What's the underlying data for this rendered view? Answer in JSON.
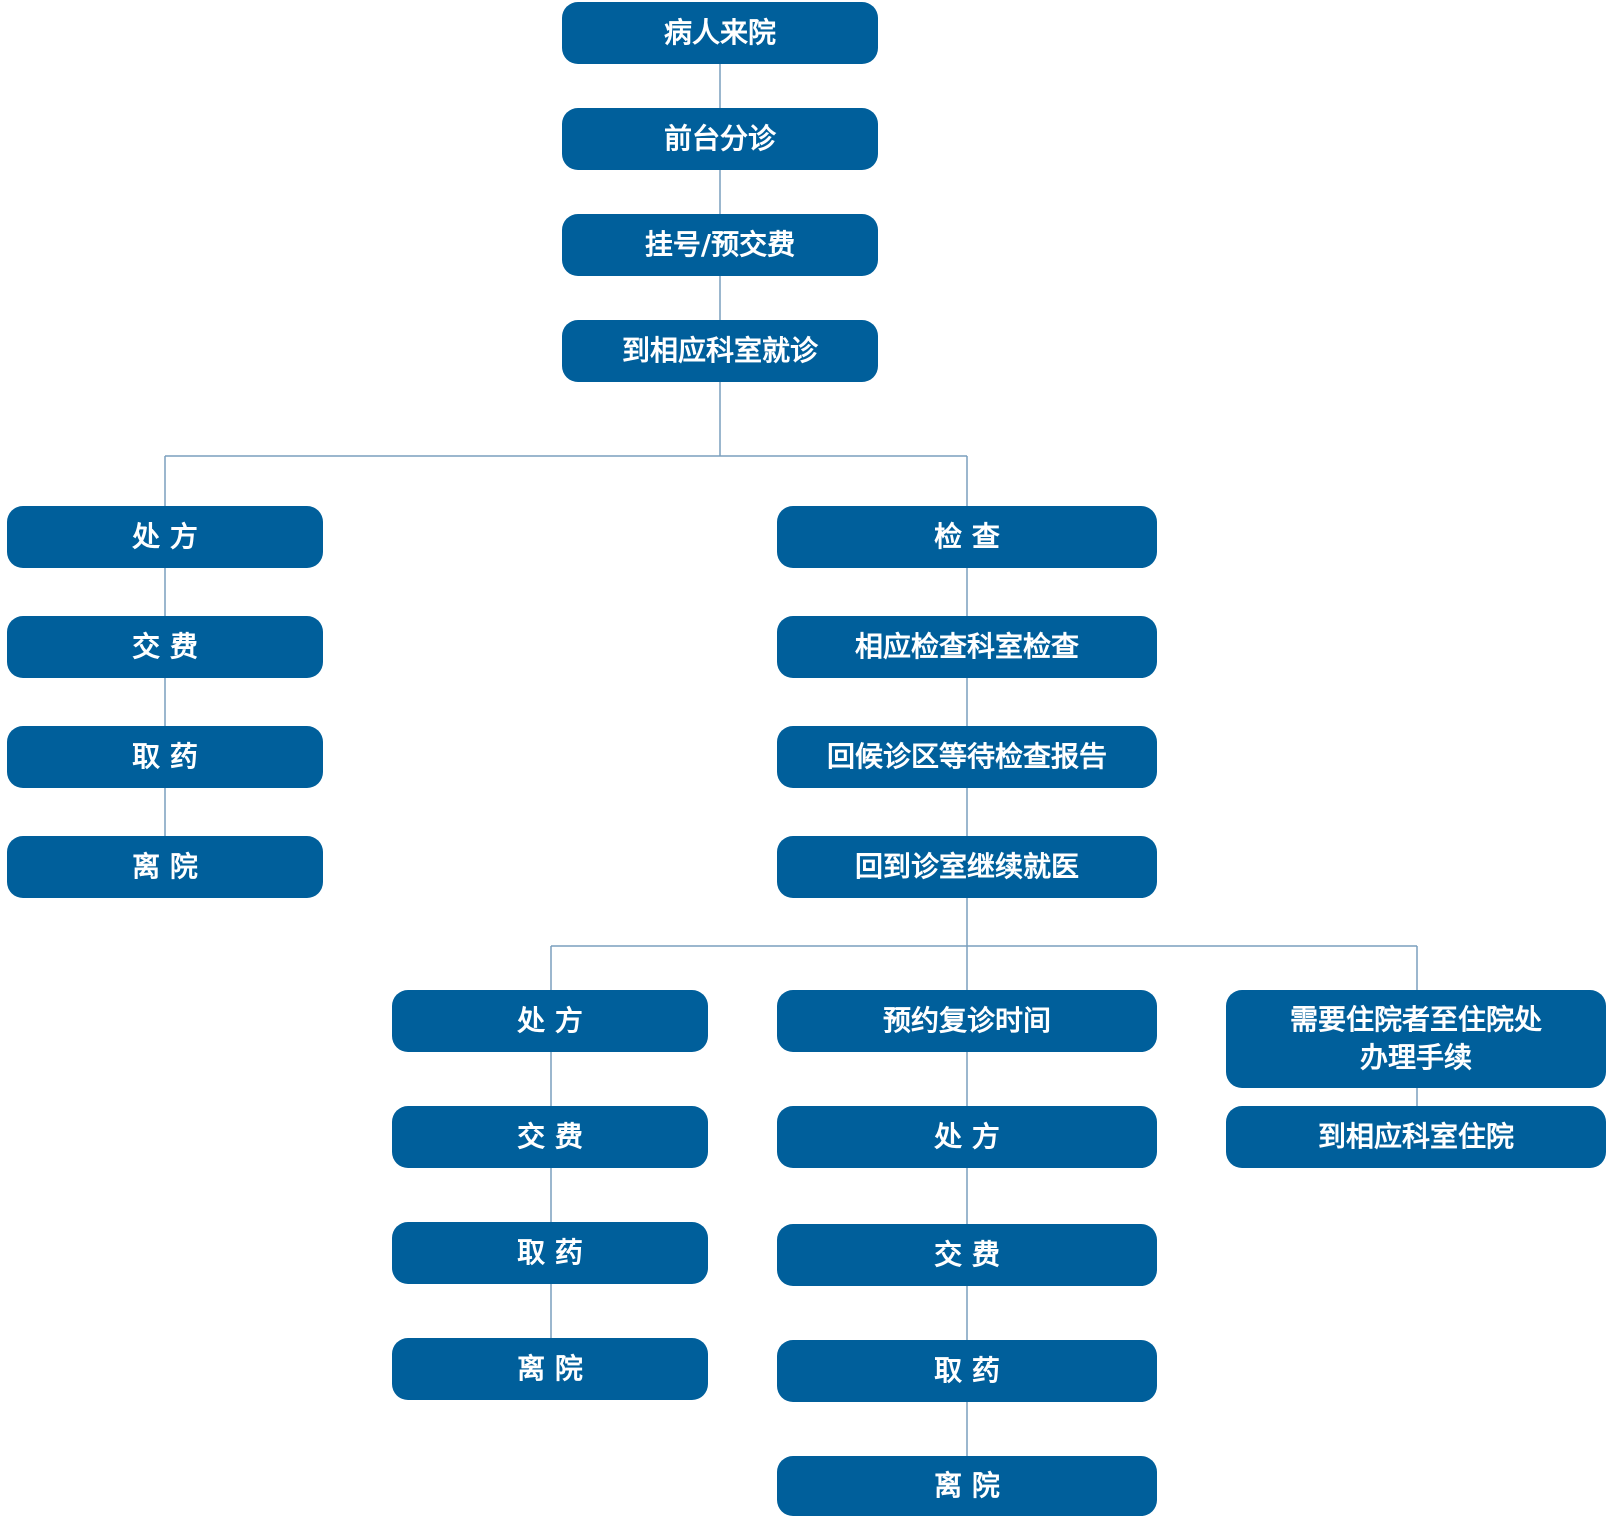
{
  "colors": {
    "node_fill": "#005f9b",
    "node_text": "#ffffff",
    "connector": "#7a9fbd"
  },
  "nodes": [
    {
      "id": "n-arrive",
      "text": "病人来院"
    },
    {
      "id": "n-triage",
      "text": "前台分诊"
    },
    {
      "id": "n-register",
      "text": "挂号/预交费"
    },
    {
      "id": "n-dept",
      "text": "到相应科室就诊"
    },
    {
      "id": "n-l-rx",
      "text": "处 方"
    },
    {
      "id": "n-l-pay",
      "text": "交 费"
    },
    {
      "id": "n-l-med",
      "text": "取 药"
    },
    {
      "id": "n-l-leave",
      "text": "离 院"
    },
    {
      "id": "n-exam",
      "text": "检 查"
    },
    {
      "id": "n-exam-dept",
      "text": "相应检查科室检查"
    },
    {
      "id": "n-wait",
      "text": "回候诊区等待检查报告"
    },
    {
      "id": "n-return",
      "text": "回到诊室继续就医"
    },
    {
      "id": "n-b1-rx",
      "text": "处 方"
    },
    {
      "id": "n-b1-pay",
      "text": "交 费"
    },
    {
      "id": "n-b1-med",
      "text": "取 药"
    },
    {
      "id": "n-b1-leave",
      "text": "离 院"
    },
    {
      "id": "n-b2-followup",
      "text": "预约复诊时间"
    },
    {
      "id": "n-b2-rx",
      "text": "处 方"
    },
    {
      "id": "n-b2-pay",
      "text": "交 费"
    },
    {
      "id": "n-b2-med",
      "text": "取 药"
    },
    {
      "id": "n-b2-leave",
      "text": "离 院"
    },
    {
      "id": "n-b3-admit",
      "text": "需要住院者至住院处\n办理手续"
    },
    {
      "id": "n-b3-ward",
      "text": "到相应科室住院"
    }
  ]
}
